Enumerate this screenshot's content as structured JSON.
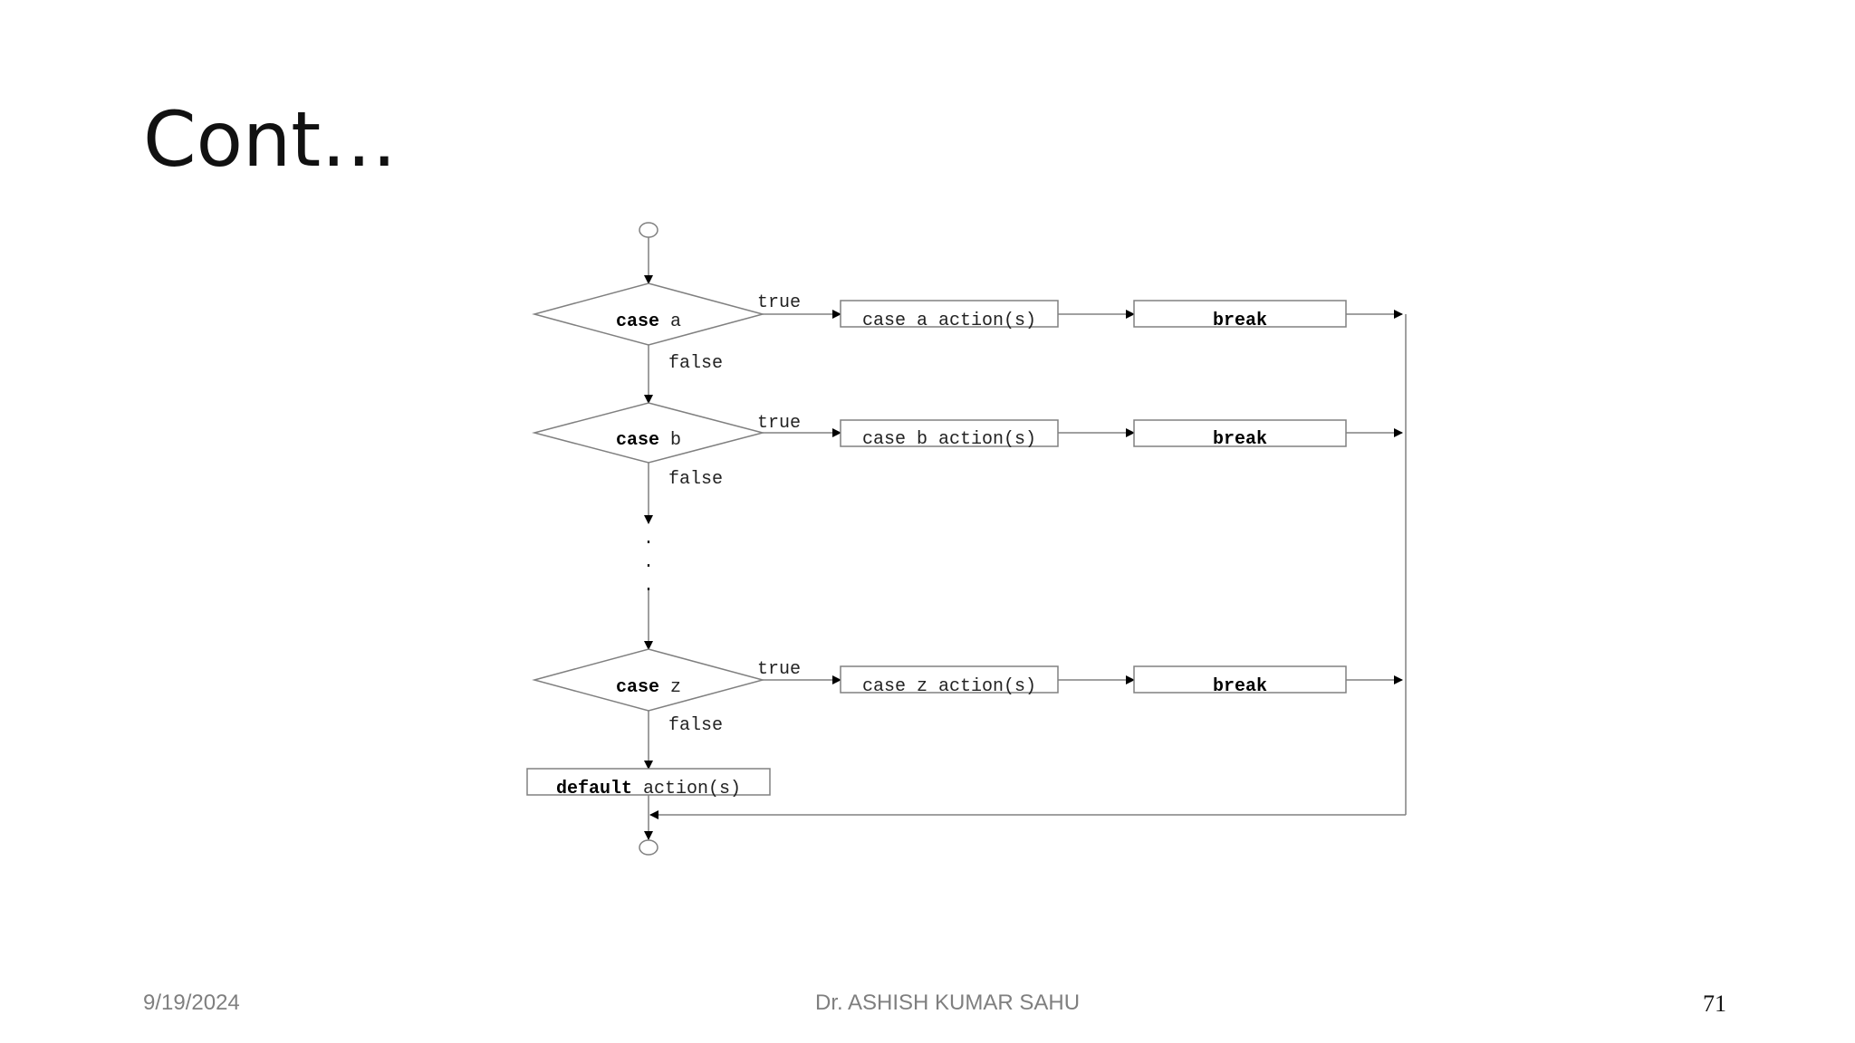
{
  "slide": {
    "title": "Cont…",
    "footer": {
      "date": "9/19/2024",
      "author": "Dr. ASHISH KUMAR SAHU",
      "page": "71"
    }
  },
  "diagram": {
    "cases": [
      {
        "keyword": "case",
        "label": "a",
        "true_label": "true",
        "false_label": "false",
        "action": "case a action(s)",
        "break_label": "break"
      },
      {
        "keyword": "case",
        "label": "b",
        "true_label": "true",
        "false_label": "false",
        "action": "case b action(s)",
        "break_label": "break"
      },
      {
        "keyword": "case",
        "label": "z",
        "true_label": "true",
        "false_label": "false",
        "action": "case z action(s)",
        "break_label": "break"
      }
    ],
    "ellipsis": "·",
    "default": {
      "keyword": "default",
      "text": "action(s)"
    },
    "colors": {
      "stroke": "#808080",
      "arrow": "#000000"
    }
  }
}
